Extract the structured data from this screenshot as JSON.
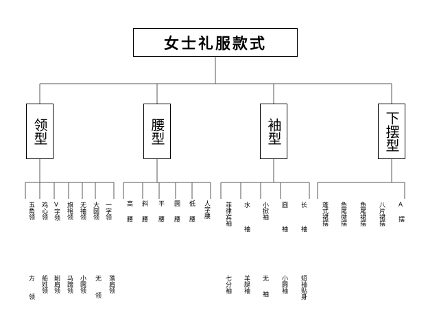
{
  "root": {
    "title": "女士礼服款式"
  },
  "categories": [
    {
      "id": "neckline",
      "title": "领型",
      "items_row1": [
        "五角领",
        "鸡心领",
        "V字领",
        "旗袍领",
        "无袖领",
        "大圆领",
        "一字领"
      ],
      "items_row2": [
        "方领",
        "船姓领",
        "削肩领",
        "马蹄领",
        "小圆领",
        "无领",
        "落肩领"
      ]
    },
    {
      "id": "waist",
      "title": "腰型",
      "items_row1": [
        "高腰",
        "斜腰",
        "平腰",
        "圆腰",
        "低腰",
        "人字腰"
      ]
    },
    {
      "id": "sleeve",
      "title": "袖型",
      "items_row1": [
        "菲律宾袖",
        "水袖",
        "小掀袖",
        "圆袖",
        "长袖"
      ],
      "items_row2": [
        "七分袖",
        "羊腿袖",
        "无袖",
        "小圆袖",
        "短袖贴身"
      ]
    },
    {
      "id": "hem",
      "title": "下摆型",
      "items_row1": [
        "蓬式裙摆",
        "鱼尾微摆",
        "鱼尾裙摆",
        "八片裙摆",
        "A摆"
      ]
    }
  ]
}
